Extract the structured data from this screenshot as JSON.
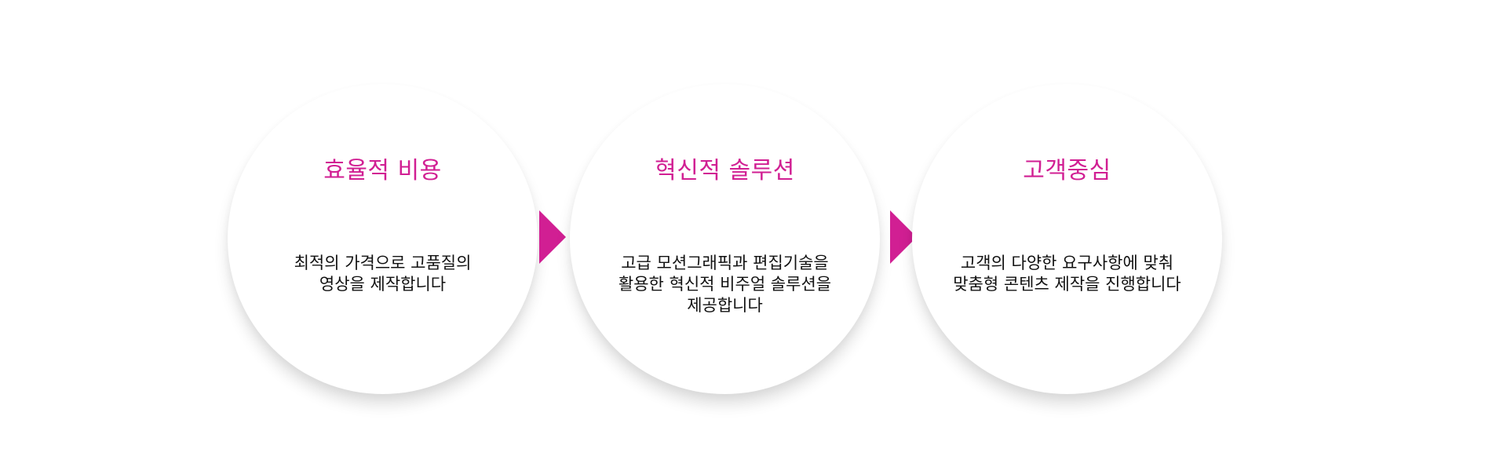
{
  "steps": [
    {
      "title": "효율적 비용",
      "desc_lines": [
        "최적의 가격으로 고품질의",
        "영상을 제작합니다"
      ]
    },
    {
      "title": "혁신적 솔루션",
      "desc_lines": [
        "고급 모션그래픽과 편집기술을",
        "활용한 혁신적 비주얼 솔루션을",
        "제공합니다"
      ]
    },
    {
      "title": "고객중심",
      "desc_lines": [
        "고객의 다양한 요구사항에 맞춰",
        "맞춤형 콘텐츠 제작을 진행합니다"
      ]
    }
  ],
  "colors": {
    "accent": "#d11f93",
    "text": "#111111",
    "background": "#ffffff"
  },
  "icons": {
    "step_connector": "triangle-right-icon"
  }
}
